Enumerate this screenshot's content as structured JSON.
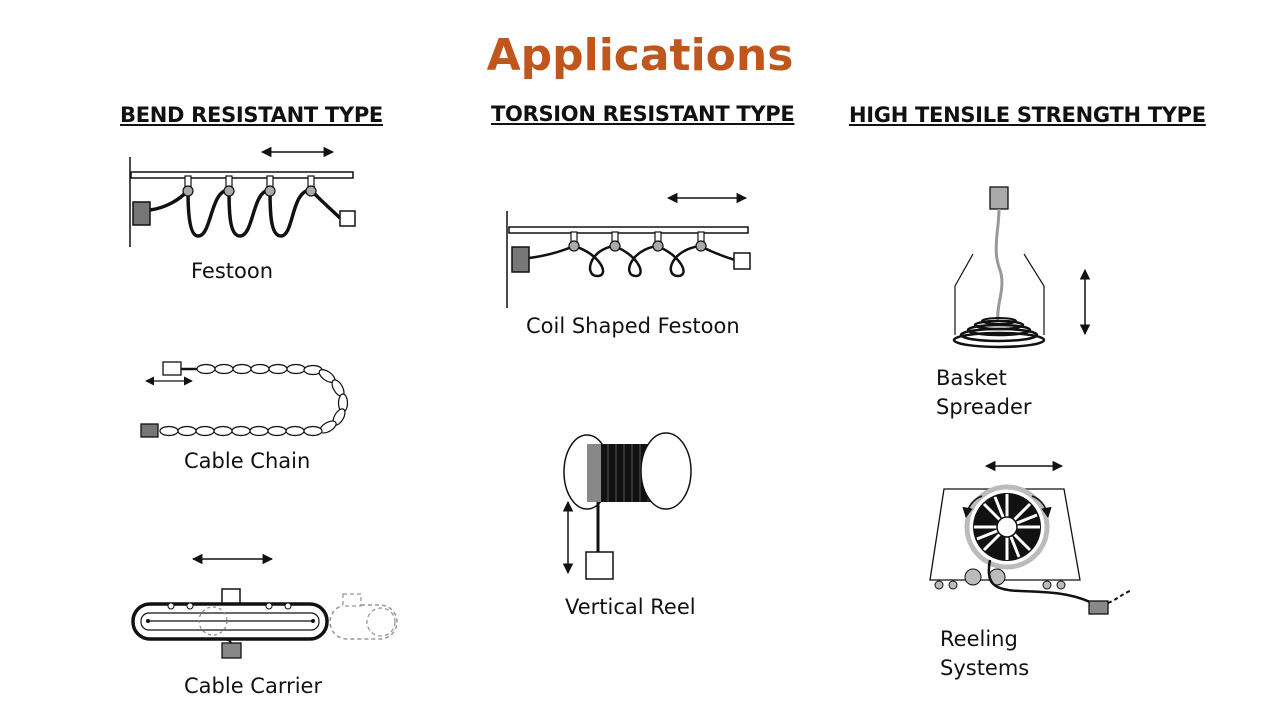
{
  "title": "Applications",
  "title_color": "#c0561c",
  "columns": [
    {
      "heading": "BEND RESISTANT TYPE",
      "items": [
        {
          "label": "Festoon",
          "icon": "festoon-illustration"
        },
        {
          "label": "Cable Chain",
          "icon": "cable-chain-illustration"
        },
        {
          "label": "Cable Carrier",
          "icon": "cable-carrier-illustration"
        }
      ]
    },
    {
      "heading": "TORSION RESISTANT TYPE",
      "items": [
        {
          "label": "Coil Shaped Festoon",
          "icon": "coil-festoon-illustration"
        },
        {
          "label": "Vertical Reel",
          "icon": "vertical-reel-illustration"
        }
      ]
    },
    {
      "heading": "HIGH TENSILE STRENGTH TYPE",
      "items": [
        {
          "label_lines": [
            "Basket",
            "Spreader"
          ],
          "icon": "basket-spreader-illustration"
        },
        {
          "label_lines": [
            "Reeling",
            "Systems"
          ],
          "icon": "reeling-system-illustration"
        }
      ]
    }
  ]
}
